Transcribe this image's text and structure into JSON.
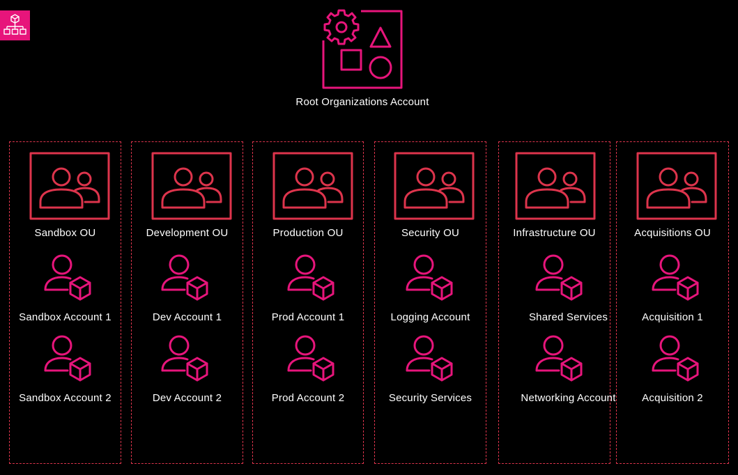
{
  "colors": {
    "background": "#000000",
    "org_accent": "#e7157b",
    "ou_accent": "#dd344c",
    "text": "#ffffff"
  },
  "icons": {
    "badge": "organizations-badge-icon",
    "root": "organizations-account-icon",
    "ou": "organizational-unit-icon",
    "account": "account-user-cube-icon"
  },
  "root": {
    "label": "Root Organizations Account"
  },
  "ous": [
    {
      "label": "Sandbox OU",
      "accounts": [
        "Sandbox Account 1",
        "Sandbox Account 2"
      ]
    },
    {
      "label": "Development OU",
      "accounts": [
        "Dev Account 1",
        "Dev Account 2"
      ]
    },
    {
      "label": "Production OU",
      "accounts": [
        "Prod Account 1",
        "Prod Account 2"
      ]
    },
    {
      "label": "Security OU",
      "accounts": [
        "Logging Account",
        "Security Services"
      ]
    },
    {
      "label": "Infrastructure OU",
      "accounts": [
        "Shared Services",
        "Networking Account"
      ]
    },
    {
      "label": "Acquisitions OU",
      "accounts": [
        "Acquisition 1",
        "Acquisition 2"
      ]
    }
  ]
}
